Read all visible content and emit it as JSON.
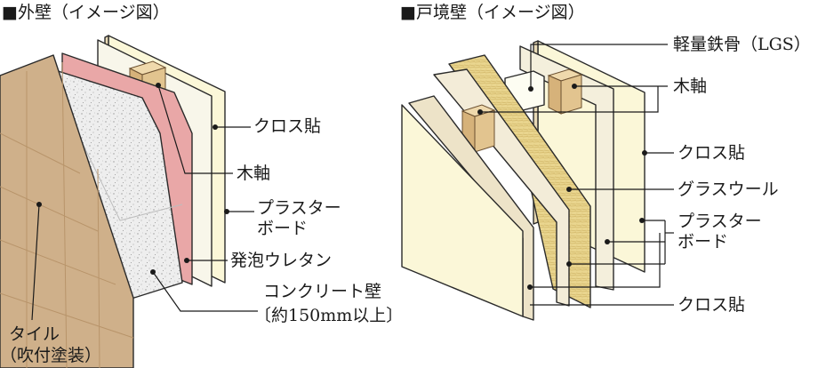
{
  "exterior": {
    "title": "■外壁（イメージ図）",
    "labels": {
      "cloth": "クロス貼",
      "wood": "木軸",
      "plaster_1": "プラスター",
      "plaster_2": "ボード",
      "urethane": "発泡ウレタン",
      "concrete_1": "コンクリート壁",
      "concrete_2": "〔約150mm以上〕",
      "tile_1": "タイル",
      "tile_2": "（吹付塗装）"
    }
  },
  "partition": {
    "title": "■戸境壁（イメージ図）",
    "labels": {
      "lgs": "軽量鉄骨（LGS）",
      "wood": "木軸",
      "cloth_top": "クロス貼",
      "glasswool": "グラスウール",
      "plaster_1": "プラスター",
      "plaster_2": "ボード",
      "cloth_bottom": "クロス貼"
    }
  },
  "colors": {
    "tile": "#cfb08a",
    "tile_grid": "#b8946a",
    "concrete": "#ececec",
    "urethane": "#e9a7a7",
    "board": "#f8f6ea",
    "board_edge": "#e8d9b5",
    "cloth": "#fbf7d8",
    "wood": "#e2c48f",
    "wood_dark": "#c9a066",
    "glasswool": "#e8d48c"
  }
}
